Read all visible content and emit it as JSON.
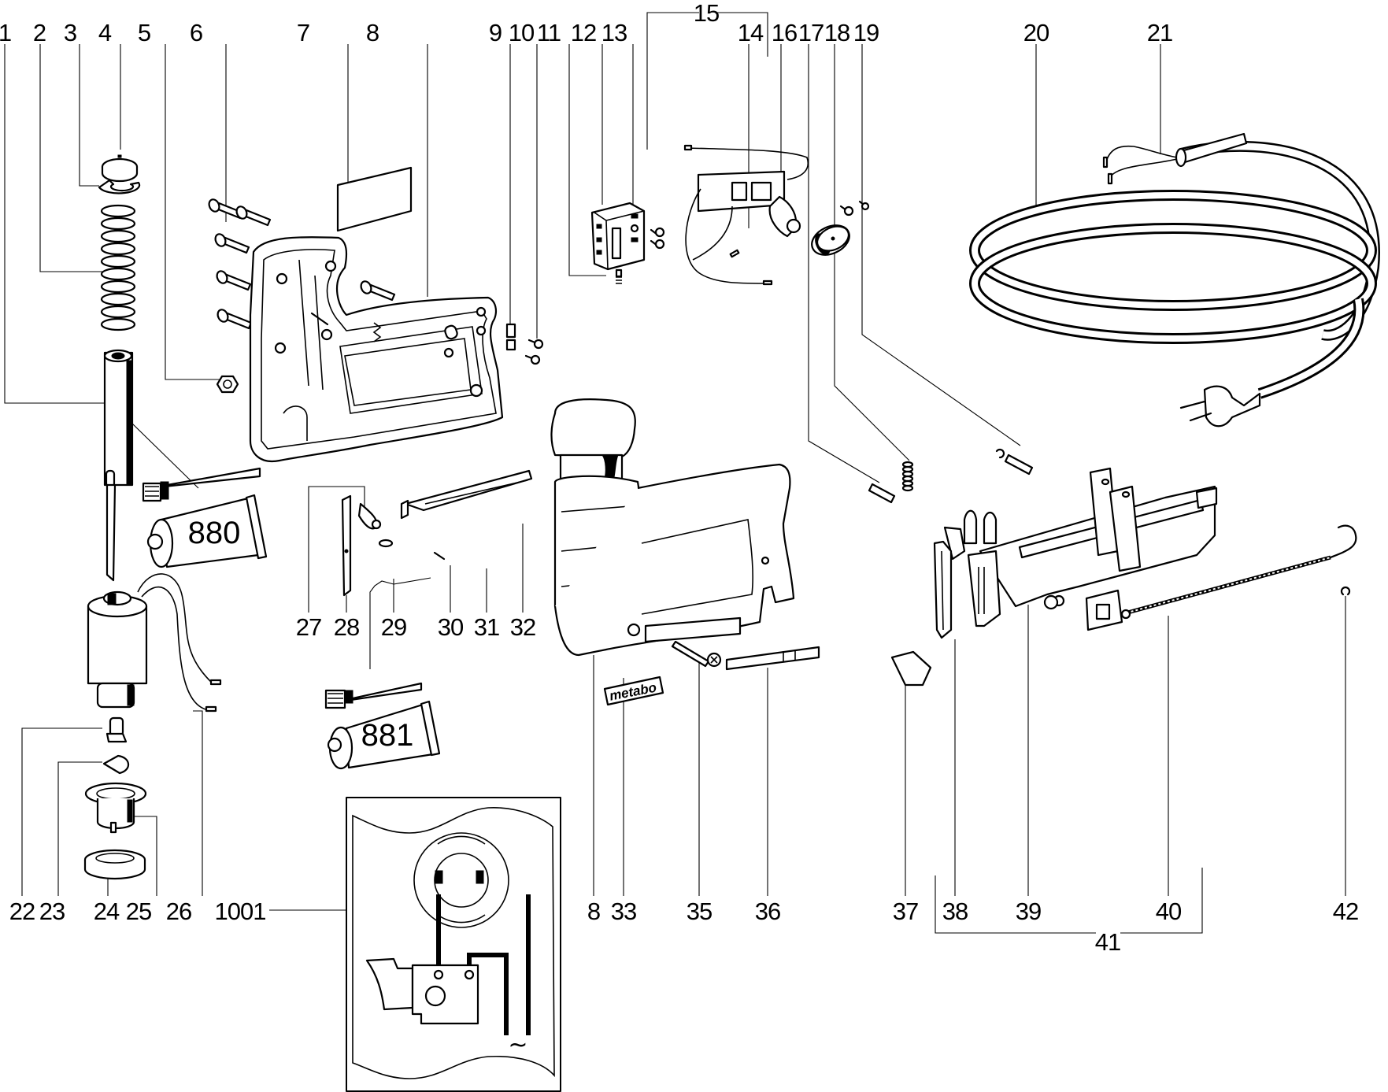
{
  "diagram": {
    "type": "exploded-parts-view",
    "subject": "electric tacker / stapler",
    "callouts": {
      "c1": "1",
      "c2": "2",
      "c3": "3",
      "c4": "4",
      "c5": "5",
      "c6": "6",
      "c7": "7",
      "c8": "8",
      "c9": "9",
      "c10": "10",
      "c11": "11",
      "c12": "12",
      "c13": "13",
      "c14": "14",
      "c15": "15",
      "c16": "16",
      "c17": "17",
      "c18": "18",
      "c19": "19",
      "c20": "20",
      "c21": "21",
      "c22": "22",
      "c23": "23",
      "c24": "24",
      "c25": "25",
      "c26": "26",
      "c27": "27",
      "c28": "28",
      "c29": "29",
      "c30": "30",
      "c31": "31",
      "c32": "32",
      "c8b": "8",
      "c33": "33",
      "c35": "35",
      "c36": "36",
      "c37": "37",
      "c38": "38",
      "c39": "39",
      "c40": "40",
      "c41": "41",
      "c42": "42",
      "c1001": "1001"
    },
    "printed_text": {
      "grease_tube_1": "880",
      "grease_tube_2": "881",
      "nameplate_brand": "metabo",
      "ac_symbol": "~"
    }
  }
}
